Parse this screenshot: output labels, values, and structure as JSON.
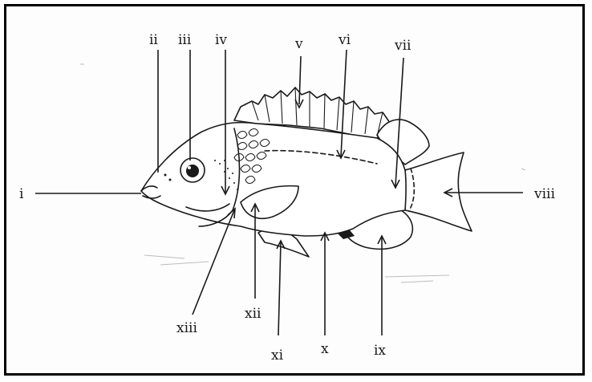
{
  "labels": {
    "i": "i",
    "ii": "ii",
    "iii": "iii",
    "iv": "iv",
    "v": "v",
    "vi": "vi",
    "vii": "vii",
    "viii": "viii",
    "ix": "ix",
    "x": "x",
    "xi": "xi",
    "xii": "xii",
    "xiii": "xiii"
  },
  "colors": {
    "ink": "#1a1a1a",
    "paper": "#fdfdfd",
    "border": "#000000"
  }
}
